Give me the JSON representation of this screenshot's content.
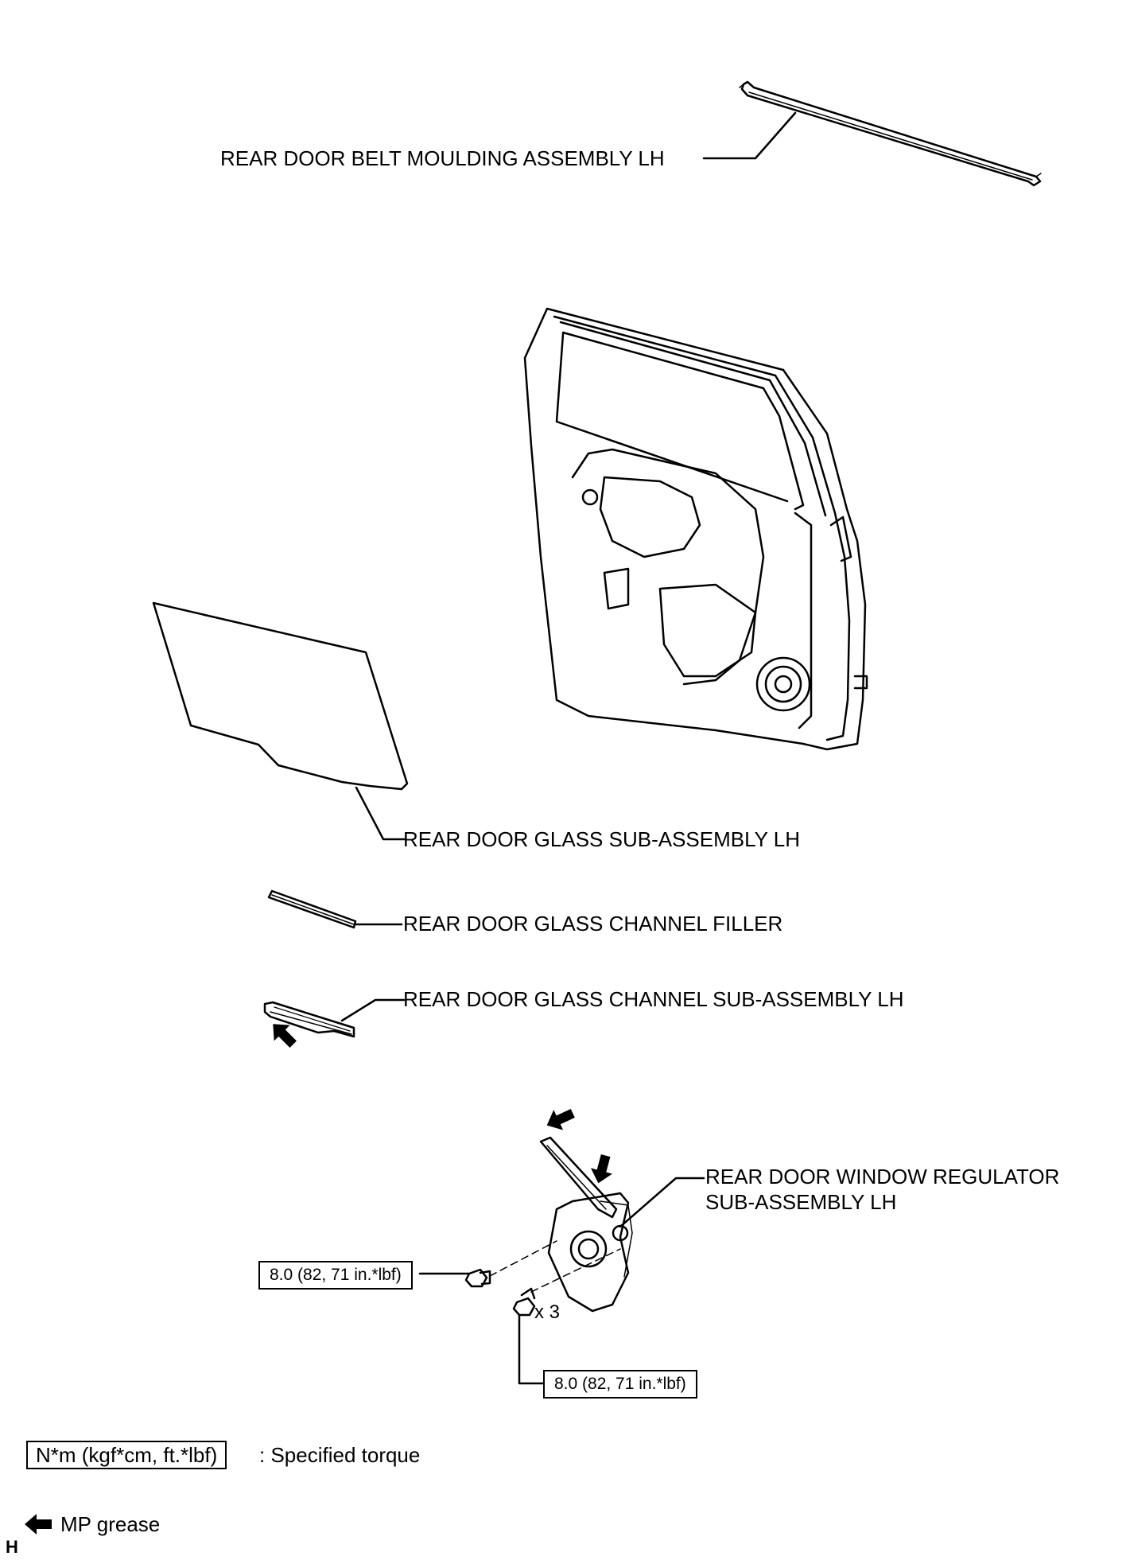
{
  "labels": {
    "belt_moulding": "REAR DOOR BELT MOULDING ASSEMBLY LH",
    "glass": "REAR DOOR GLASS SUB-ASSEMBLY LH",
    "channel_filler": "REAR DOOR GLASS CHANNEL FILLER",
    "channel": "REAR DOOR GLASS CHANNEL SUB-ASSEMBLY LH",
    "regulator_line1": "REAR DOOR WINDOW REGULATOR",
    "regulator_line2": "SUB-ASSEMBLY LH"
  },
  "torques": {
    "bolt_left": "8.0 (82, 71 in.*lbf)",
    "bolt_lower": "8.0 (82, 71 in.*lbf)",
    "bolt_count": "x 3"
  },
  "legend": {
    "torque_unit": "N*m (kgf*cm, ft.*lbf)",
    "torque_desc": ": Specified torque",
    "grease_desc": "MP grease"
  },
  "corner_mark": "H"
}
